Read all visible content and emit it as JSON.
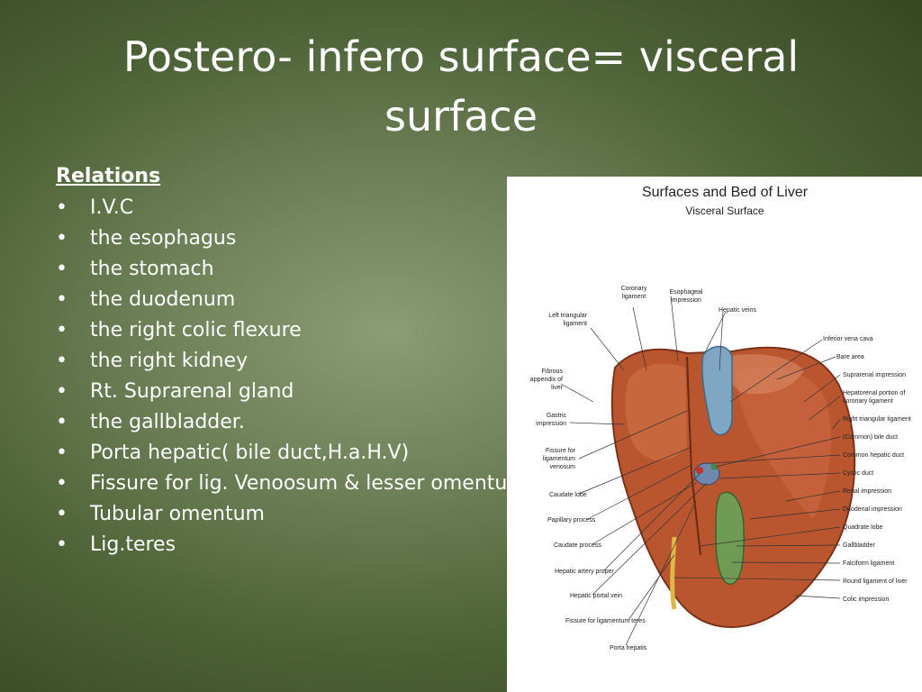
{
  "slide": {
    "title_line1": "Postero- infero surface= visceral",
    "title_line2": "surface",
    "heading": "Relations",
    "bullet_glyph": "•",
    "items": [
      "I.V.C",
      "the esophagus",
      "the stomach",
      "the duodenum",
      "the right colic flexure",
      "the right kidney",
      "Rt. Suprarenal gland",
      " the gallbladder.",
      "Porta hepatic( bile duct,H.a.H.V)",
      "Fissure for lig. Venoosum & lesser omentum",
      "Tubular omentum",
      "Lig.teres"
    ]
  },
  "figure": {
    "title": "Surfaces and Bed of Liver",
    "subtitle": "Visceral Surface",
    "labels": {
      "coronary_1": "Coronary",
      "coronary_2": "ligament",
      "esophageal_1": "Esophageal",
      "esophageal_2": "impression",
      "hepatic_veins": "Hepatic veins",
      "left_triangular_1": "Left triangular",
      "left_triangular_2": "ligament",
      "fibrous_1": "Fibrous",
      "fibrous_2": "appendix of",
      "fibrous_3": "liver",
      "gastric_1": "Gastric",
      "gastric_2": "impression",
      "fissure_lv_1": "Fissure for",
      "fissure_lv_2": "ligamentum",
      "fissure_lv_3": "venosum",
      "caudate_lobe": "Caudate lobe",
      "papillary_process": "Papillary process",
      "caudate_process": "Caudate process",
      "hepatic_artery": "Hepatic artery proper",
      "hepatic_portal_vein": "Hepatic portal vein",
      "fissure_lt": "Fissure for ligamentum teres",
      "porta_hepatis": "Porta hepatis",
      "ivc": "Inferior vena cava",
      "bare_area": "Bare area",
      "suprarenal": "Suprarenal impression",
      "hepatorenal_1": "Hepatorenal portion of",
      "hepatorenal_2": "coronary ligament",
      "right_triangular": "Right triangular ligament",
      "common_bile": "(Common) bile duct",
      "common_hepatic": "Common hepatic duct",
      "cystic_duct": "Cystic duct",
      "renal": "Renal impression",
      "duodenal": "Duodenal impression",
      "quadrate": "Quadrate lobe",
      "gallbladder": "Gallbladder",
      "falciform": "Falciform ligament",
      "round_lig": "Round ligament of liver",
      "colic": "Colic impression"
    }
  }
}
